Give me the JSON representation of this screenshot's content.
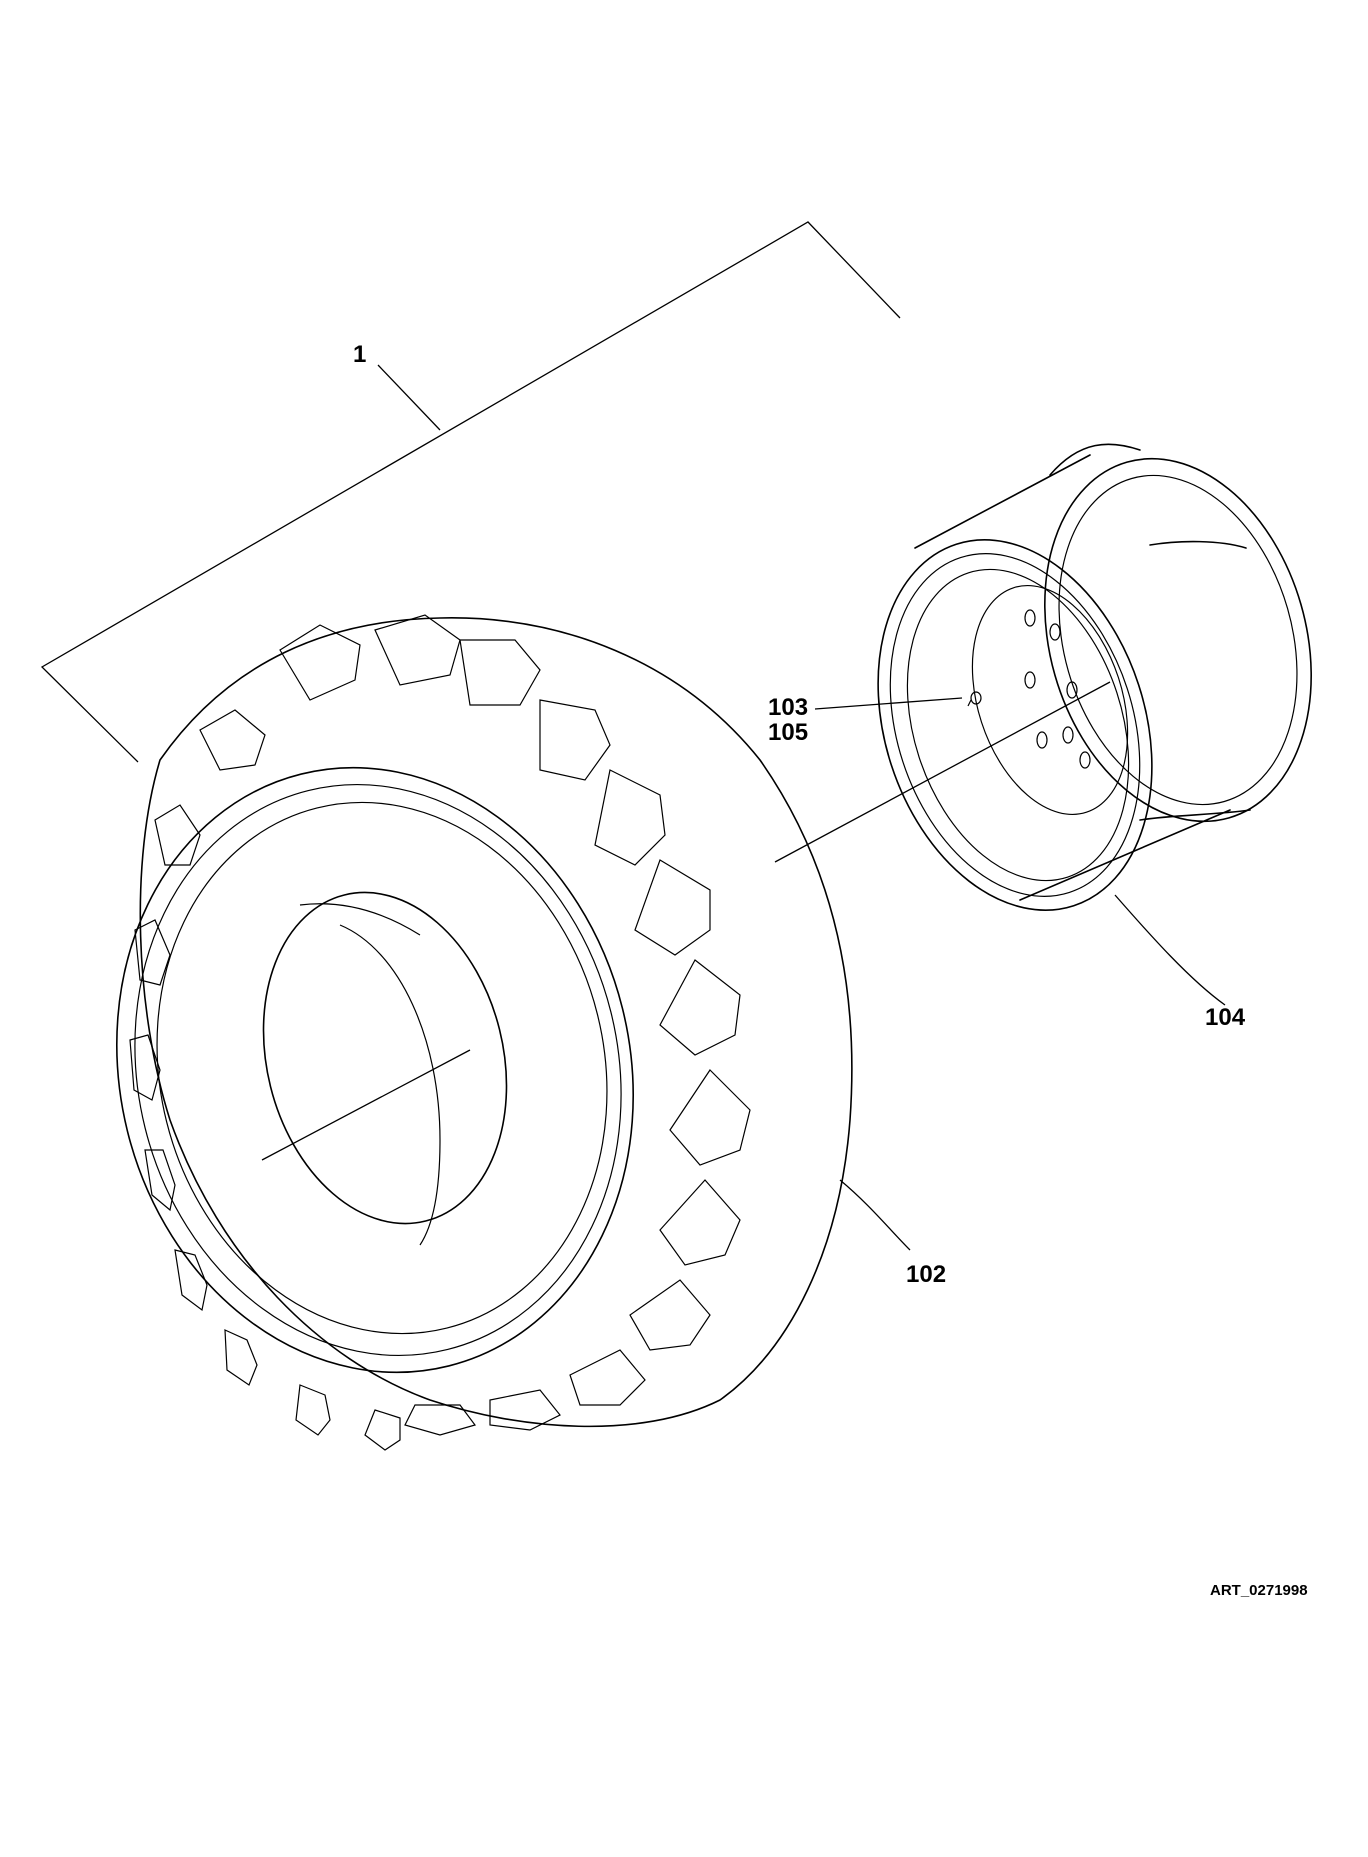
{
  "callouts": {
    "assembly": "1",
    "valve_a": "103",
    "valve_b": "105",
    "rim": "104",
    "tire": "102"
  },
  "art_id": "ART_0271998",
  "colors": {
    "line": "#000000",
    "background": "#ffffff"
  }
}
